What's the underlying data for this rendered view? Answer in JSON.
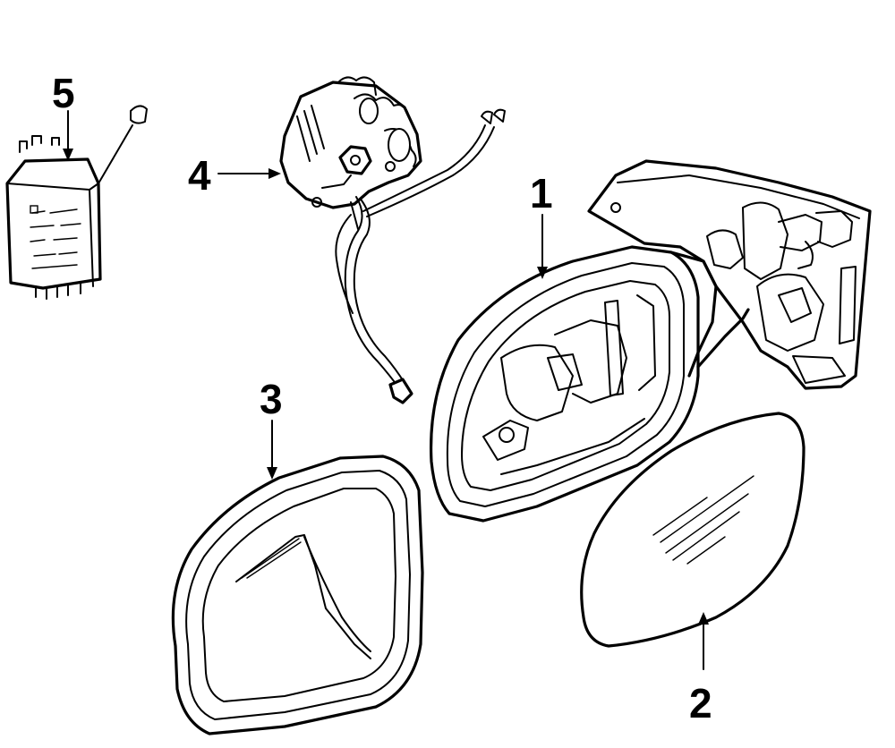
{
  "callouts": {
    "c1": "1",
    "c2": "2",
    "c3": "3",
    "c4": "4",
    "c5": "5"
  },
  "parts": [
    {
      "id": "mirror-housing",
      "callout": "1"
    },
    {
      "id": "mirror-glass",
      "callout": "2"
    },
    {
      "id": "mirror-cover-bezel",
      "callout": "3"
    },
    {
      "id": "mirror-motor",
      "callout": "4"
    },
    {
      "id": "relay",
      "callout": "5"
    }
  ],
  "colors": {
    "ink": "#000000",
    "paper": "#ffffff"
  }
}
